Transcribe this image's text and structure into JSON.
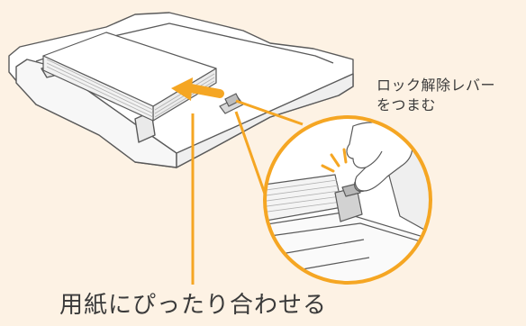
{
  "labels": {
    "release_line1": "ロック解除レバー",
    "release_line2": "をつまむ",
    "align_instruction": "用紙にぴったり合わせる"
  },
  "colors": {
    "background": "#fdf2e4",
    "accent": "#f5a623",
    "line": "#5a5a5a",
    "text": "#3a3a3a"
  }
}
